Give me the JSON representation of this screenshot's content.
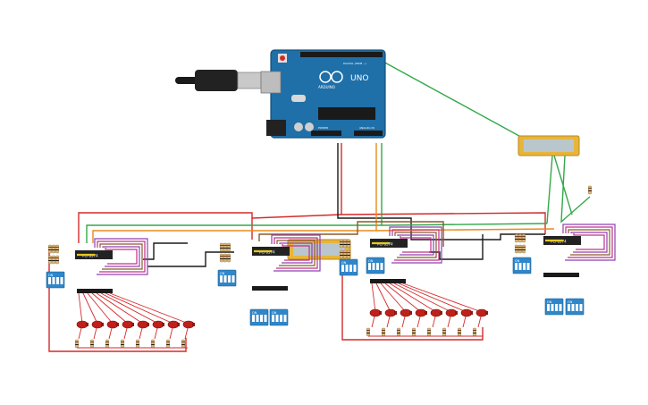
{
  "board": {
    "brand": "ARDUINO",
    "model": "UNO",
    "digital_label": "DIGITAL (PWM ~)",
    "power_label": "POWER",
    "analog_label": "ANALOG IN"
  },
  "expanders": [
    {
      "label": "PCF8574"
    },
    {
      "label": "PCF8574"
    },
    {
      "label": "PCF8574"
    },
    {
      "label": "PCF8574"
    }
  ],
  "dip_label": "ON",
  "colors": {
    "board": "#1f6fa8",
    "board_edge": "#15507a",
    "chip": "#222222",
    "lcd_frame": "#e8b53a",
    "lcd_screen": "#b9c7cc",
    "dip": "#2f86c9",
    "led": "#c0201a",
    "resistor": "#d9b77a",
    "wire_red": "#d42a2a",
    "wire_black": "#1a1a1a",
    "wire_green": "#33a84a",
    "wire_orange": "#e88a1a",
    "wire_purple": "#9040b0",
    "wire_magenta": "#c0308a",
    "wire_brown": "#8a5a2a",
    "wire_yellow": "#e6c820"
  }
}
